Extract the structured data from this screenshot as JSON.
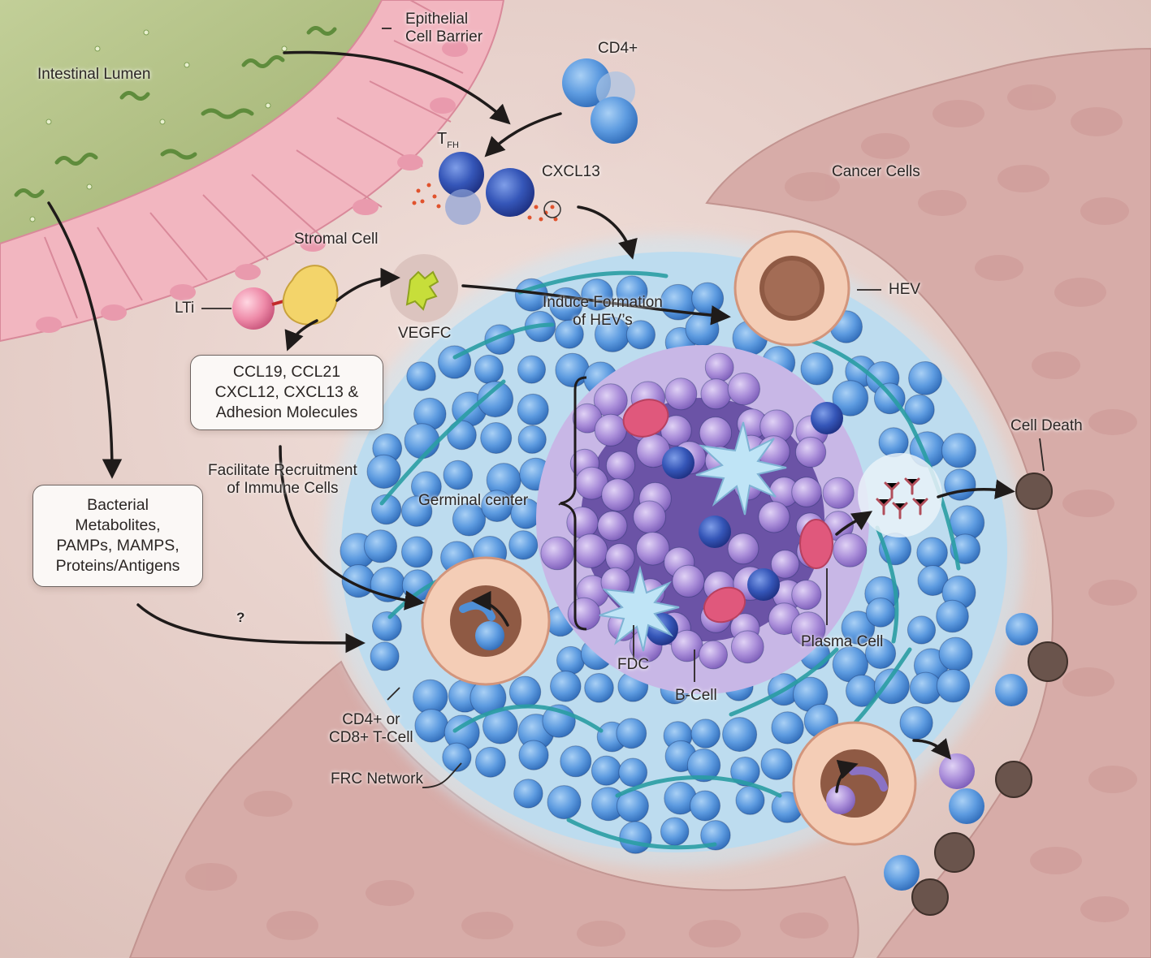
{
  "labels": {
    "intestinal_lumen": "Intestinal Lumen",
    "epithelial_line1": "Epithelial",
    "epithelial_line2": "Cell Barrier",
    "cd4": "CD4+",
    "tfh_main": "T",
    "tfh_sub": "FH",
    "cxcl13": "CXCL13",
    "cancer_cells": "Cancer Cells",
    "stromal_cell": "Stromal Cell",
    "lti": "LTi",
    "vegfc": "VEGFC",
    "induce_line1": "Induce Formation",
    "induce_line2": "of HEV’s",
    "hev": "HEV",
    "facilitate_line1": "Facilitate Recruitment",
    "facilitate_line2": "of Immune Cells",
    "germinal_center": "Germinal center",
    "cell_death": "Cell Death",
    "question": "?",
    "plasma_cell": "Plasma Cell",
    "fdc": "FDC",
    "b_cell": "B-Cell",
    "tcell_line1": "CD4+ or",
    "tcell_line2": "CD8+ T-Cell",
    "frc": "FRC Network"
  },
  "boxes": {
    "chemokines": [
      "CCL19, CCL21",
      "CXCL12, CXCL13 &",
      "Adhesion Molecules"
    ],
    "bacterial": [
      "Bacterial",
      "Metabolites,",
      "PAMPs, MAMPS,",
      "Proteins/Antigens"
    ]
  },
  "colors": {
    "background": "#e9d4ce",
    "epithelium": "#f2b9c2",
    "lumen": "#b9c98e",
    "t_cell": "#4f8fd6",
    "b_cell": "#a88ad4",
    "germinal_core": "#6e55a6",
    "frc": "#2fa3a8",
    "hev": "#f3cbb5",
    "cancer": "#d8aeaa",
    "dead_cell": "#6a544c",
    "plasma_cell": "#e0587c"
  }
}
